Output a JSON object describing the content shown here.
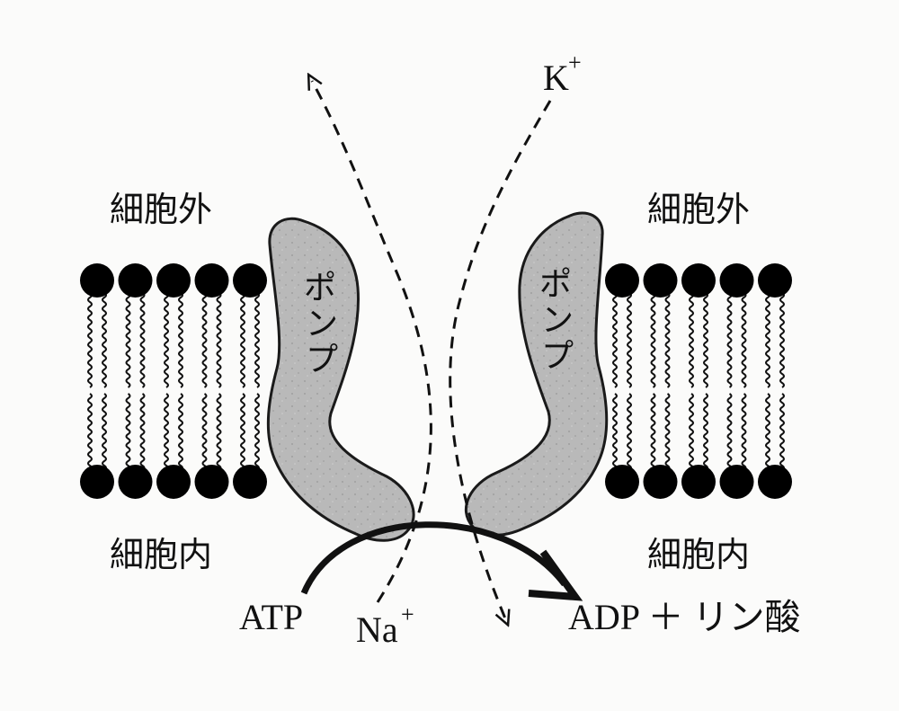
{
  "labels": {
    "outside_left": "細胞外",
    "outside_right": "細胞外",
    "inside_left": "細胞内",
    "inside_right": "細胞内",
    "pump_left": [
      "ポ",
      "ン",
      "プ"
    ],
    "pump_right": [
      "ポ",
      "ン",
      "プ"
    ],
    "atp": "ATP",
    "adp": "ADP ＋ リン酸",
    "na_ion": "Na",
    "na_charge": "+",
    "k_ion": "K",
    "k_charge": "+"
  },
  "membrane": {
    "left_lipid_count": 5,
    "right_lipid_count": 5
  },
  "colors": {
    "pump_fill": "#b9b9b9",
    "pump_stroke": "#1a1a1a",
    "lipid_head": "#000000",
    "arrow": "#111111",
    "background": "#fbfbfa"
  }
}
